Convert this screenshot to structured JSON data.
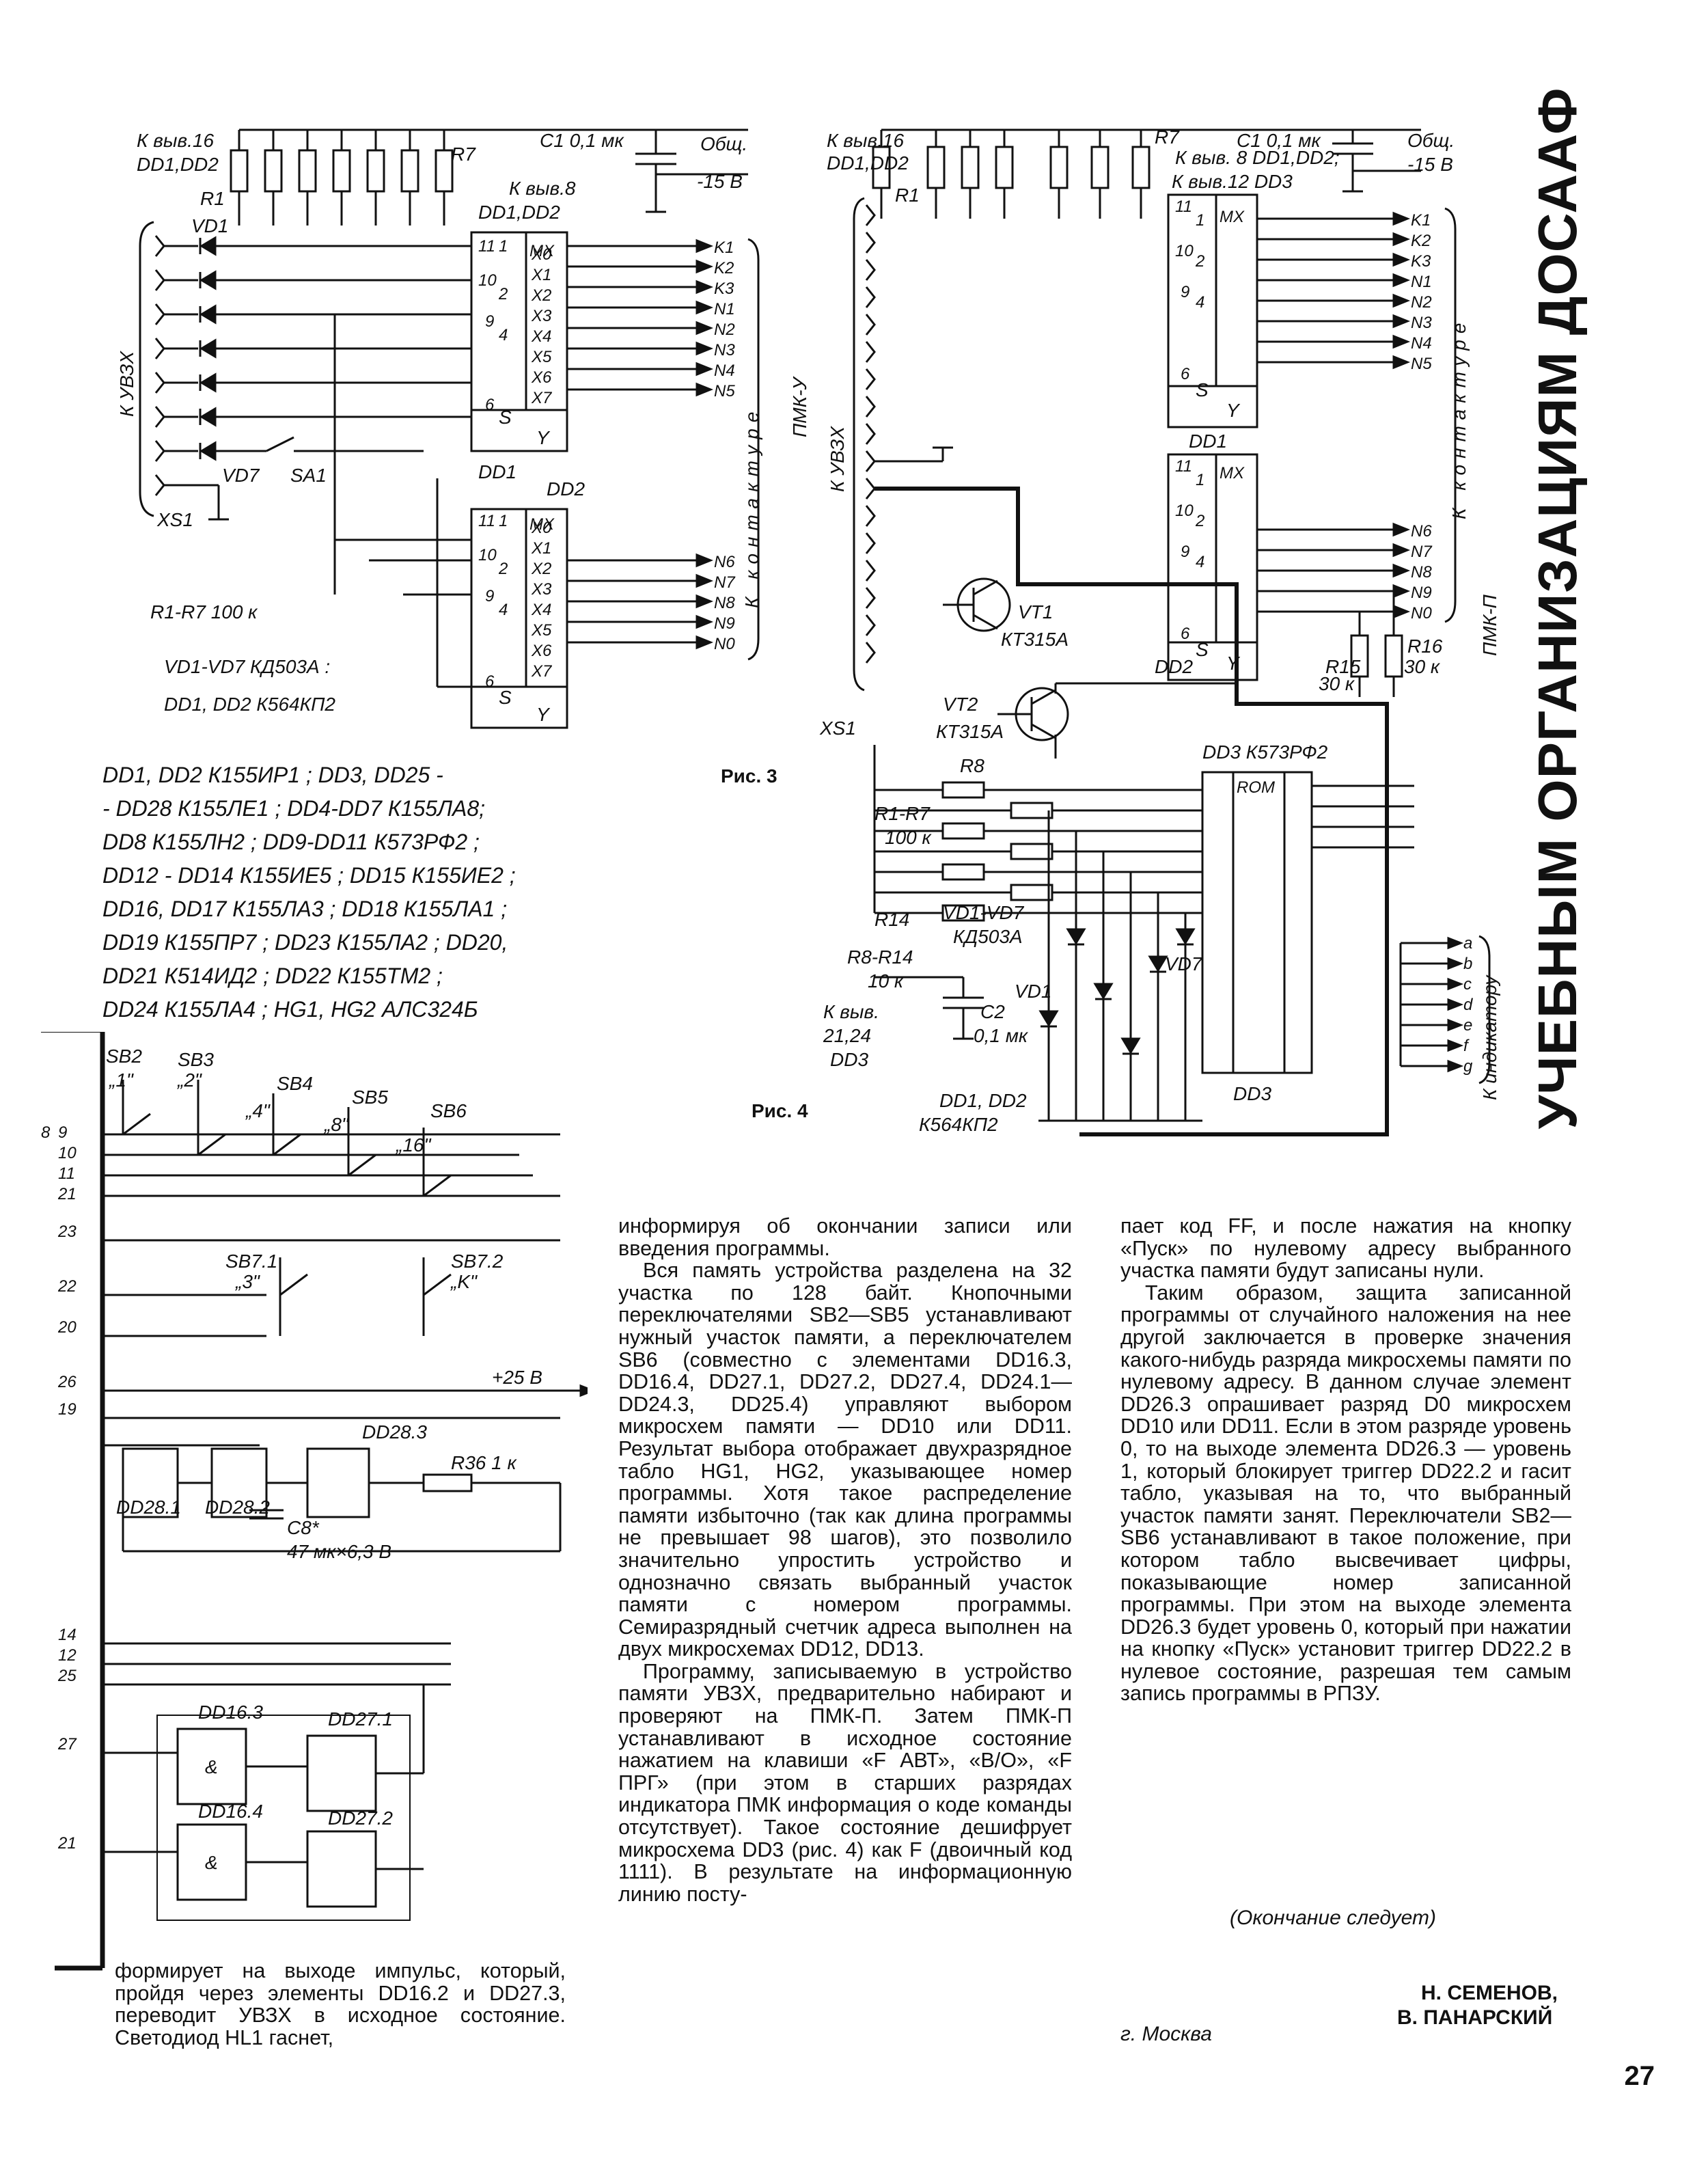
{
  "side_title": "УЧЕБНЫМ ОРГАНИЗАЦИЯМ ДОСААФ",
  "fig3": {
    "caption": "Рис. 3",
    "labels": {
      "k_pin16": "К выв.16",
      "dd1_dd2_top": "DD1,DD2",
      "r1": "R1",
      "r7": "R7",
      "c1": "C1 0,1 мк",
      "gnd": "Общ.",
      "minus15": "-15 В",
      "k_pin8": "К выв.8",
      "dd1_dd2_mid": "DD1,DD2",
      "vd1": "VD1",
      "vd7": "VD7",
      "sa1": "SA1",
      "xs1": "XS1",
      "k_uvzh": "К УВЗХ",
      "dd1": "DD1",
      "dd2": "DD2",
      "mx": "MX",
      "y": "Y",
      "s": "S",
      "k_kontakture": "К контактуре",
      "pmk_u": "ПМК-У",
      "r1_r7": "R1-R7   100 к",
      "vd_note": "VD1-VD7   КД503А :",
      "dd_note": "DD1, DD2    К564КП2"
    },
    "out_top": [
      "K1",
      "K2",
      "K3",
      "N1",
      "N2",
      "N3",
      "N4",
      "N5"
    ],
    "out_bot": [
      "N6",
      "N7",
      "N8",
      "N9",
      "N0"
    ]
  },
  "fig4": {
    "caption": "Рис. 4",
    "labels": {
      "k_pin16": "К выв.16",
      "dd1_dd2_top": "DD1,DD2",
      "r1": "R1",
      "r7": "R7",
      "c1": "C1 0,1 мк",
      "gnd": "Общ.",
      "minus15": "-15 В",
      "k_pin8": "К выв. 8 DD1,DD2;",
      "k_pin12": "К выв.12  DD3",
      "xs1": "XS1",
      "k_uvzh": "К УВЗХ",
      "vt1": "VT1",
      "vt1_type": "КТ315А",
      "vt2": "VT2",
      "vt2_type": "КТ315А",
      "dd1": "DD1",
      "dd2": "DD2",
      "dd3": "DD3",
      "dd3_type": "DD3   К573РФ2",
      "rom": "ROM",
      "r8": "R8",
      "r14": "R14",
      "r15": "R15",
      "r15_val": "30 к",
      "r16": "R16",
      "r16_val": "30 к",
      "r1_r7": "R1-R7",
      "r1_r7_val": "100 к",
      "r8_r14": "R8-R14",
      "r8_r14_val": "10 к",
      "vd_range": "VD1-VD7",
      "vd_type": "КД503А",
      "vd1": "VD1",
      "vd7": "VD7",
      "c2": "C2",
      "c2_val": "0,1 мк",
      "k_pin21": "К выв.",
      "k_pin21b": "21,24",
      "dd3b": "DD3",
      "dd_note": "DD1, DD2",
      "dd_note_type": "К564КП2",
      "k_kontakture": "К контактуре",
      "pmk_p": "ПМК-П",
      "k_indicator": "К индикатору"
    },
    "out_top": [
      "K1",
      "K2",
      "K3",
      "N1",
      "N2",
      "N3",
      "N4",
      "N5"
    ],
    "out_bot": [
      "N6",
      "N7",
      "N8",
      "N9",
      "N0"
    ],
    "seg": [
      "a",
      "b",
      "c",
      "d",
      "e",
      "f",
      "g"
    ]
  },
  "parts_list": [
    "DD1, DD2   К155ИР1 ;  DD3,  DD25 -",
    "- DD28  К155ЛЕ1 ;  DD4-DD7  К155ЛА8;",
    "DD8  К155ЛН2 ;  DD9-DD11  К573РФ2 ;",
    "DD12 - DD14  К155ИЕ5 ;  DD15  К155ИЕ2 ;",
    "DD16, DD17  К155ЛА3 ; DD18  К155ЛА1 ;",
    "DD19  К155ПР7 ; DD23  К155ЛА2 ;  DD20,",
    "DD21      К514ИД2 ;  DD22  К155ТМ2 ;",
    "DD24   К155ЛА4 ; HG1, HG2   АЛС324Б"
  ],
  "fig_bottom": {
    "labels": {
      "sb2": "SB2",
      "sb2n": "„1\"",
      "sb3": "SB3",
      "sb3n": "„2\"",
      "sb4": "SB4",
      "sb4n": "„4\"",
      "sb5": "SB5",
      "sb5n": "„8\"",
      "sb6": "SB6",
      "sb6n": "„16\"",
      "sb71": "SB7.1",
      "sb71n": "„3\"",
      "sb72": "SB7.2",
      "sb72n": "„K\"",
      "plus25": "+25 В",
      "dd283": "DD28.3",
      "r36": "R36  1 к",
      "dd281": "DD28.1",
      "dd282": "DD28.2",
      "c8": "C8*",
      "c8_val": "47 мк×6,3 В",
      "dd163": "DD16.3",
      "dd164": "DD16.4",
      "dd271": "DD27.1",
      "dd272": "DD27.2",
      "amp": "&"
    },
    "lines": [
      "8",
      "9",
      "10",
      "11",
      "21",
      "23",
      "22",
      "20",
      "26",
      "19",
      "14",
      "12",
      "25",
      "27",
      "21"
    ]
  },
  "text_col1": "формирует на выходе импульс, который, пройдя через элементы DD16.2 и DD27.3, переводит УВЗХ в исходное состояние. Светодиод HL1 гаснет,",
  "text_col2": [
    "информируя об окончании записи или введения программы.",
    "Вся память устройства разделена на 32 участка по 128 байт. Кнопочными переключателями SB2—SB5 устанавливают нужный участок памяти, а переключателем SB6 (совместно с элементами DD16.3, DD16.4, DD27.1, DD27.2, DD27.4, DD24.1—DD24.3, DD25.4) управляют выбором микросхем памяти — DD10 или DD11. Результат выбора отображает двухразрядное табло HG1, HG2, указывающее номер программы. Хотя такое распределение памяти избыточно (так как длина программы не превышает 98 шагов), это позволило значительно упростить устройство и однозначно связать выбранный участок памяти с номером программы. Семиразрядный счетчик адреса выполнен на двух микросхемах DD12, DD13.",
    "Программу, записываемую в устройство памяти УВЗХ, предварительно набирают и проверяют на ПМК-П. Затем ПМК-П устанавливают в исходное состояние нажатием на клавиши «F АВТ», «В/О», «F ПРГ» (при этом в старших разрядах индикатора ПМК информация о коде команды отсутствует). Такое состояние дешифрует микросхема DD3 (рис. 4) как F (двоичный код 1111). В результате на информационную линию посту-"
  ],
  "text_col3": [
    "пает код FF, и после нажатия на кнопку «Пуск» по нулевому адресу выбранного участка памяти будут записаны нули.",
    "Таким образом, защита записанной программы от случайного наложения на нее другой заключается в проверке значения какого-нибудь разряда микросхемы памяти по нулевому адресу. В данном случае элемент DD26.3 опрашивает разряд D0 микросхем DD10 или DD11. Если в этом разряде уровень 0, то на выходе элемента DD26.3 — уровень 1, который блокирует триггер DD22.2 и гасит табло, указывая на то, что выбранный участок памяти занят. Переключатели SB2—SB6 устанавливают в такое положение, при котором табло высвечивает цифры, показывающие номер записанной программы. При этом на выходе элемента DD26.3 будет уровень 0, который при нажатии на кнопку «Пуск» установит триггер DD22.2 в нулевое состояние, разрешая тем самым запись программы в РПЗУ."
  ],
  "continued": "(Окончание следует)",
  "author1": "Н. СЕМЕНОВ,",
  "author2": "В. ПАНАРСКИЙ",
  "city": "г. Москва",
  "page_number": "27"
}
